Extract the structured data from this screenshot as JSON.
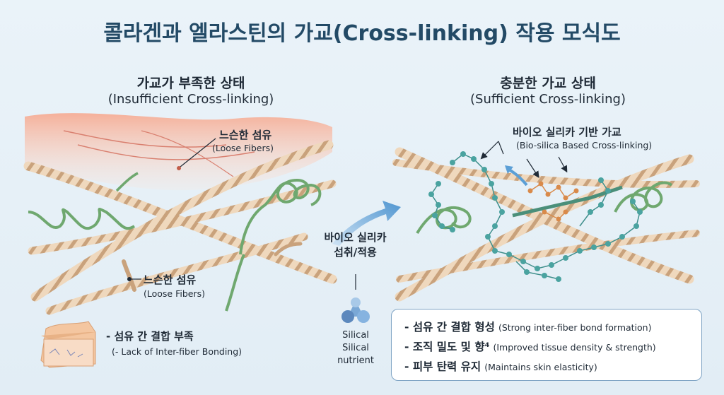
{
  "title": "콜라겐과 엘라스틴의 가교(Cross-linking) 작용 모식도",
  "left": {
    "title": "가교가 부족한 상태",
    "subtitle": "(Insufficient Cross-linking)",
    "label_top": {
      "ko": "느슨한 섬유",
      "en": "(Loose Fibers)"
    },
    "label_bottom": {
      "ko": "느슨한 섬유",
      "en": "(Loose Fibers)"
    },
    "skin_note": {
      "ko": "- 섬유 간 결합 부족",
      "en": "(- Lack of Inter-fiber Bonding)"
    }
  },
  "middle": {
    "arrow_label_line1": "바이오 실리카",
    "arrow_label_line2": "섭취/적용",
    "nutrient_line1": "Silical",
    "nutrient_line2": "Silical",
    "nutrient_line3": "nutrient"
  },
  "right": {
    "title": "충분한 가교 상태",
    "subtitle": "(Sufficient Cross-linking)",
    "crosslink_label": {
      "ko": "바이오 실리카 기반 가교",
      "en": "(Bio-silica Based Cross-linking)"
    },
    "benefits": [
      {
        "ko": "- 섬유 간 결합 형성",
        "en": "(Strong inter-fiber bond formation)"
      },
      {
        "ko": "- 조직 밀도 및 향⁴",
        "en": "(Improved tissue density & strength)"
      },
      {
        "ko": "- 피부 탄력 유지",
        "en": "(Maintains skin elasticity)"
      }
    ]
  },
  "colors": {
    "collagen": "#e9cfb0",
    "elastin": "#6fa86f",
    "node": "#4aa3a0",
    "node_orange": "#d98a4a",
    "accent_blue": "#5b9fd6"
  }
}
